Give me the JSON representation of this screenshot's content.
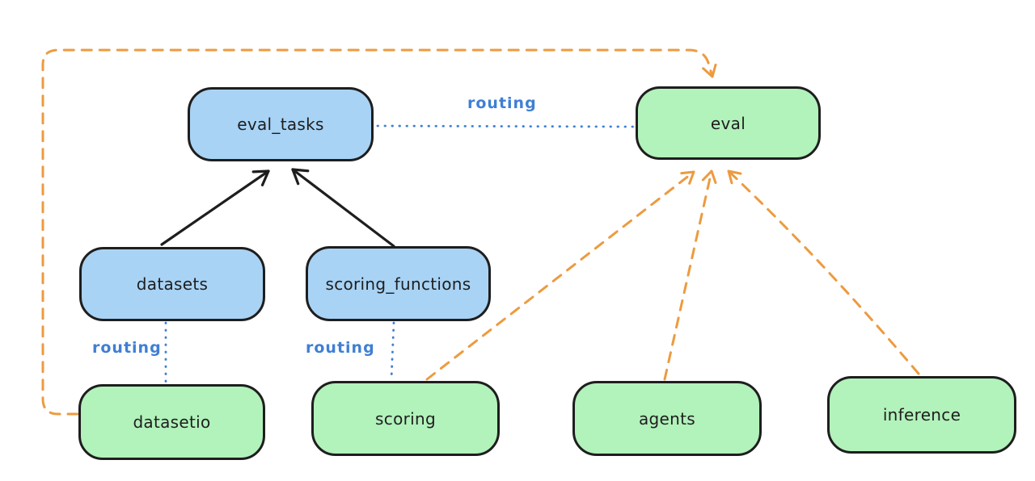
{
  "diagram": {
    "nodes": [
      {
        "id": "eval_tasks",
        "label": "eval_tasks",
        "kind": "resource",
        "fill": "#a8d3f5"
      },
      {
        "id": "eval",
        "label": "eval",
        "kind": "api",
        "fill": "#b2f2bb"
      },
      {
        "id": "datasets",
        "label": "datasets",
        "kind": "resource",
        "fill": "#a8d3f5"
      },
      {
        "id": "scoring_functions",
        "label": "scoring_functions",
        "kind": "resource",
        "fill": "#a8d3f5"
      },
      {
        "id": "datasetio",
        "label": "datasetio",
        "kind": "api",
        "fill": "#b2f2bb"
      },
      {
        "id": "scoring",
        "label": "scoring",
        "kind": "api",
        "fill": "#b2f2bb"
      },
      {
        "id": "agents",
        "label": "agents",
        "kind": "api",
        "fill": "#b2f2bb"
      },
      {
        "id": "inference",
        "label": "inference",
        "kind": "api",
        "fill": "#b2f2bb"
      }
    ],
    "edges": [
      {
        "from": "datasets",
        "to": "eval_tasks",
        "style": "solid-arrow",
        "color": "#1e1e1e"
      },
      {
        "from": "scoring_functions",
        "to": "eval_tasks",
        "style": "solid-arrow",
        "color": "#1e1e1e"
      },
      {
        "from": "eval_tasks",
        "to": "eval",
        "style": "dotted",
        "color": "#3f7fd4",
        "label": "routing"
      },
      {
        "from": "datasets",
        "to": "datasetio",
        "style": "dotted",
        "color": "#3f7fd4",
        "label": "routing"
      },
      {
        "from": "scoring_functions",
        "to": "scoring",
        "style": "dotted",
        "color": "#3f7fd4",
        "label": "routing"
      },
      {
        "from": "datasetio",
        "to": "eval",
        "style": "dashed-arrow",
        "color": "#ec9b40"
      },
      {
        "from": "scoring",
        "to": "eval",
        "style": "dashed-arrow",
        "color": "#ec9b40"
      },
      {
        "from": "agents",
        "to": "eval",
        "style": "dashed-arrow",
        "color": "#ec9b40"
      },
      {
        "from": "inference",
        "to": "eval",
        "style": "dashed-arrow",
        "color": "#ec9b40"
      }
    ],
    "colors": {
      "stroke": "#1e1e1e",
      "blue_fill": "#a8d3f5",
      "green_fill": "#b2f2bb",
      "orange": "#ec9b40",
      "routing_blue": "#3f7fd4",
      "canvas_bg": "#ffffff"
    }
  }
}
